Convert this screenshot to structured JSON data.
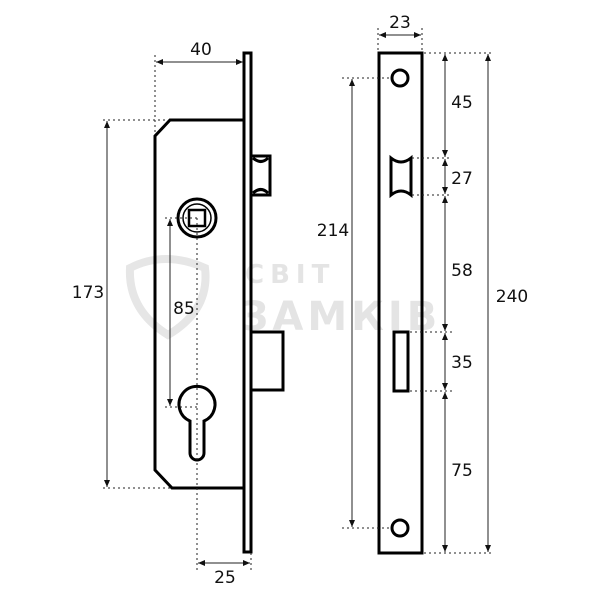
{
  "watermark": {
    "line1": "СВІТ",
    "line2": "ЗАМКІВ"
  },
  "side_view": {
    "backset_label": "40",
    "body_height_label": "173",
    "center_distance_label": "85",
    "faceplate_to_cylinder_label": "25"
  },
  "front_view": {
    "faceplate_width_label": "23",
    "screw_distance_label": "214",
    "faceplate_length_label": "240",
    "segments": [
      "45",
      "27",
      "58",
      "35",
      "75"
    ]
  },
  "colors": {
    "line": "#000000",
    "watermark": "#e4e4e4"
  }
}
